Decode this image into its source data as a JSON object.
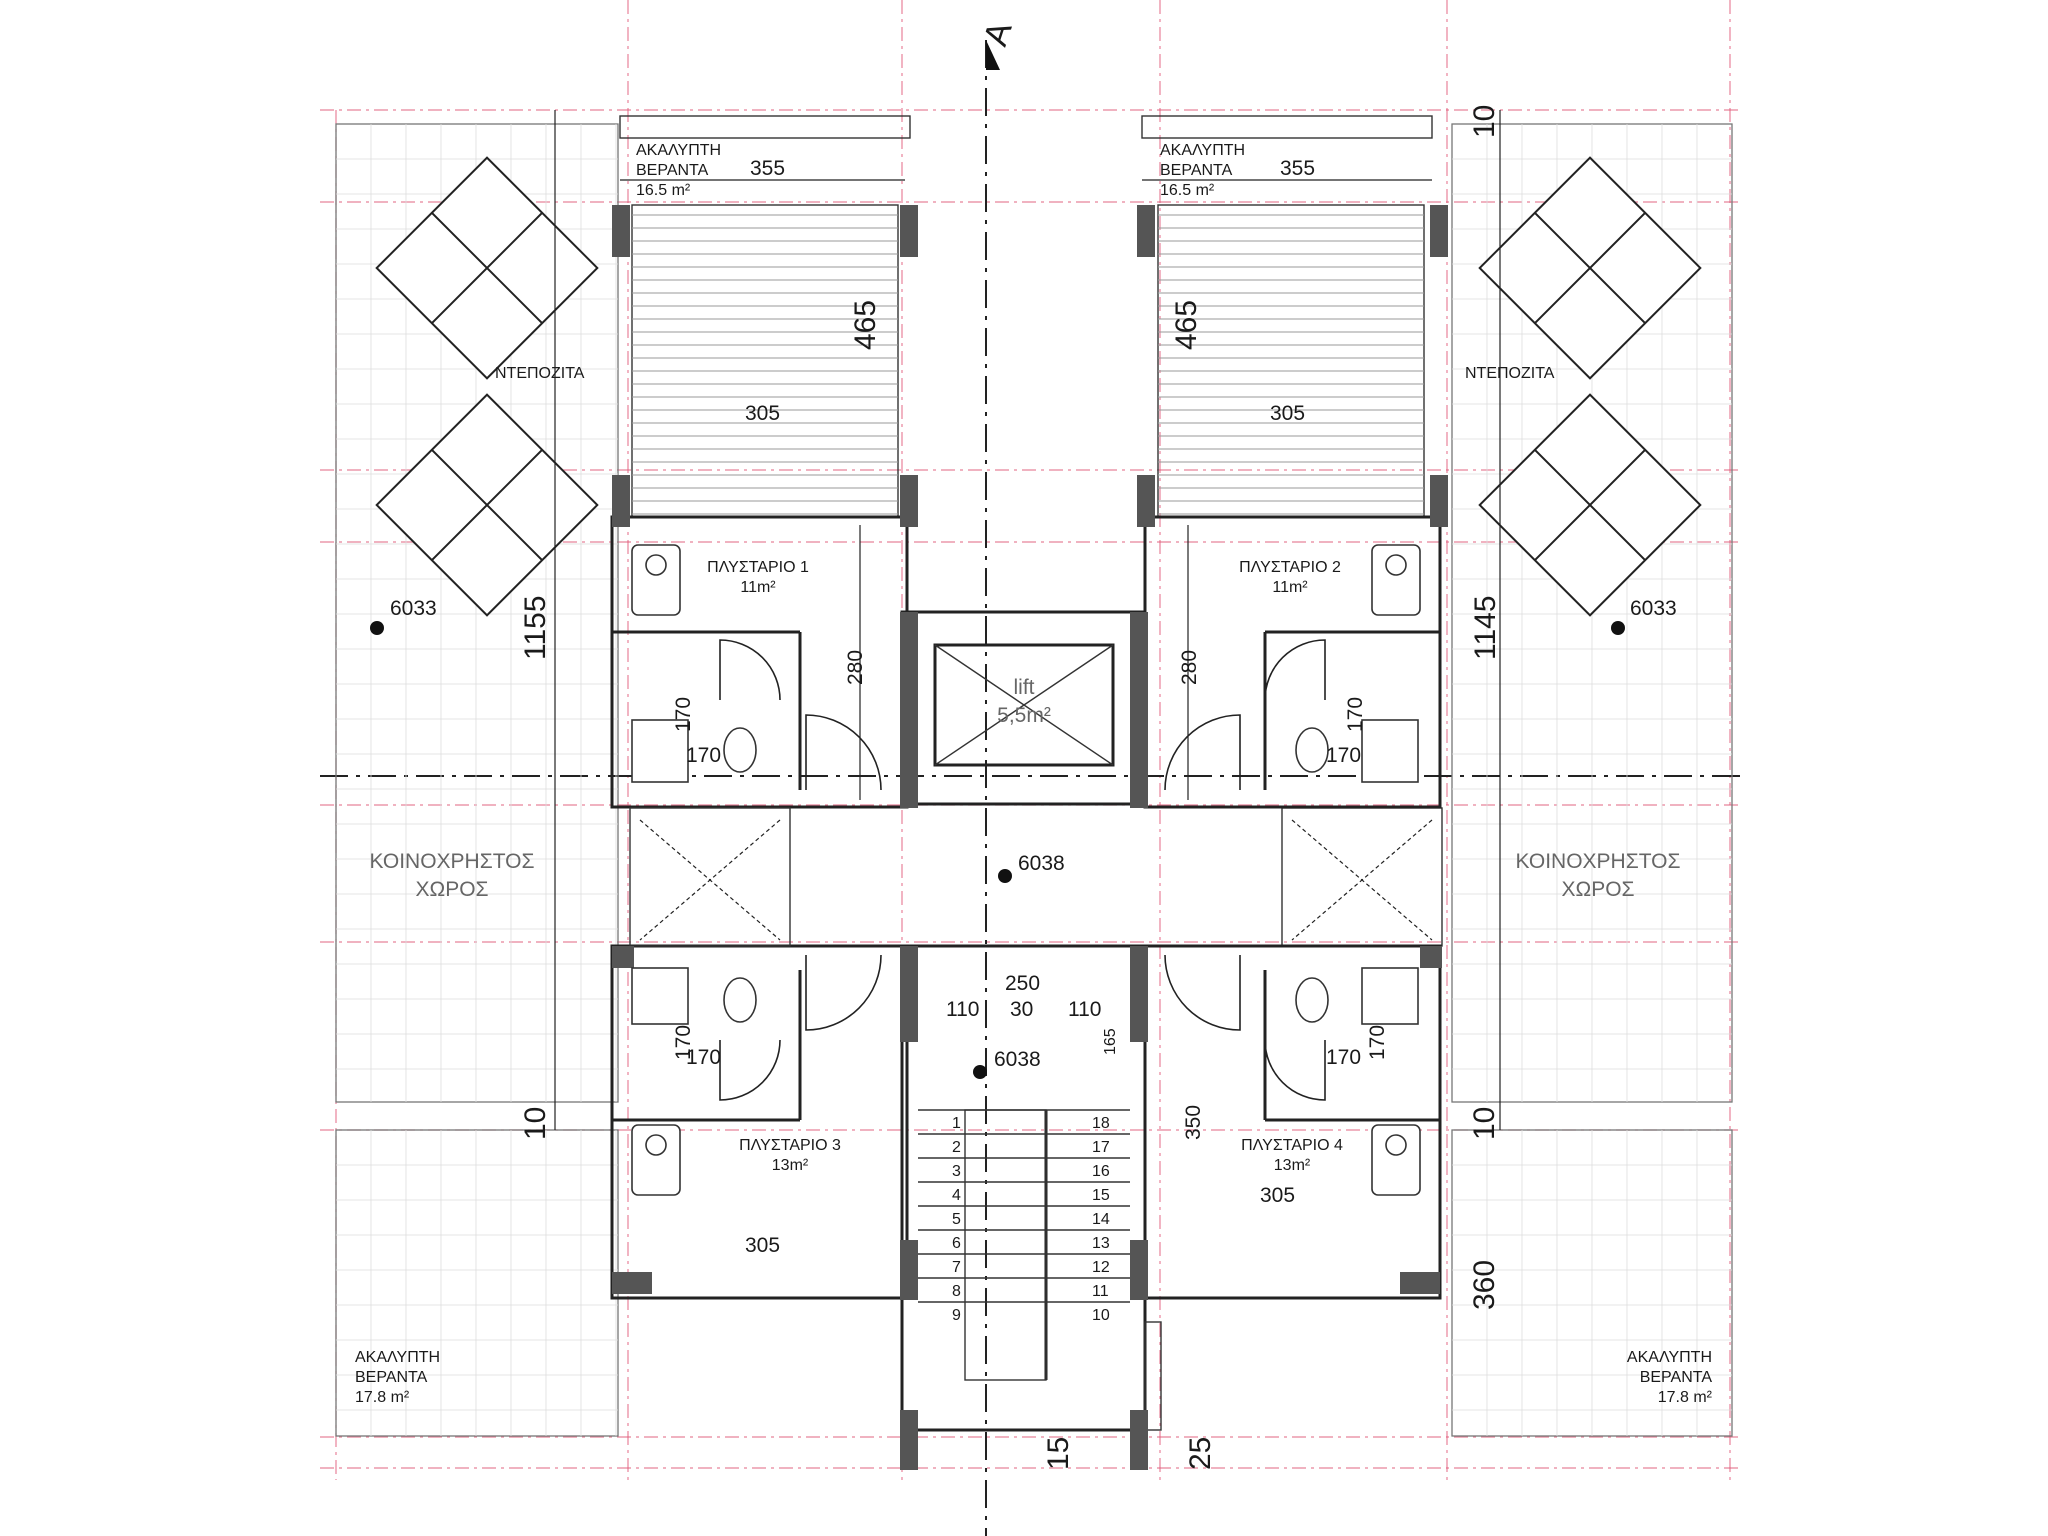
{
  "section_marker": "A",
  "labels": {
    "veranda_top_left": {
      "line1": "ΑΚΑΛΥΠΤΗ",
      "line2": "ΒΕΡΑΝΤΑ",
      "area": "16.5 m²"
    },
    "veranda_top_right": {
      "line1": "ΑΚΑΛΥΠΤΗ",
      "line2": "ΒΕΡΑΝΤΑ",
      "area": "16.5 m²"
    },
    "veranda_bottom_left": {
      "line1": "ΑΚΑΛΥΠΤΗ",
      "line2": "ΒΕΡΑΝΤΑ",
      "area": "17.8 m²"
    },
    "veranda_bottom_right": {
      "line1": "ΑΚΑΛΥΠΤΗ",
      "line2": "ΒΕΡΑΝΤΑ",
      "area": "17.8 m²"
    },
    "pool_left": "ΝΤΕΠΟΖΙΤΑ",
    "pool_right": "ΝΤΕΠΟΖΙΤΑ",
    "common_left": {
      "line1": "ΚΟΙΝΟΧΡΗΣΤΟΣ",
      "line2": "ΧΩΡΟΣ"
    },
    "common_right": {
      "line1": "ΚΟΙΝΟΧΡΗΣΤΟΣ",
      "line2": "ΧΩΡΟΣ"
    },
    "studio1": {
      "name": "ΠΛΥΣΤΑΡΙΟ 1",
      "area": "11m²"
    },
    "studio2": {
      "name": "ΠΛΥΣΤΑΡΙΟ 2",
      "area": "11m²"
    },
    "studio3": {
      "name": "ΠΛΥΣΤΑΡΙΟ 3",
      "area": "13m²"
    },
    "studio4": {
      "name": "ΠΛΥΣΤΑΡΙΟ 4",
      "area": "13m²"
    },
    "lift": {
      "name": "lift",
      "area": "5,5m²"
    }
  },
  "levels": {
    "left": "6033",
    "right": "6033",
    "center_upper": "6038",
    "center_lower": "6038"
  },
  "dimensions": {
    "veranda_width_left": "355",
    "veranda_width_right": "355",
    "veranda_depth_left": "465",
    "veranda_depth_right": "465",
    "pergola_left": "305",
    "pergola_right": "305",
    "total_left": "1155",
    "total_right": "1145",
    "corridor_left": "280",
    "corridor_right": "280",
    "bath1_w": "170",
    "bath1_h": "170",
    "bath2_w": "170",
    "bath2_h": "170",
    "bath3_w": "170",
    "bath3_h": "170",
    "bath4_w": "170",
    "bath4_h": "170",
    "stair_total": "250",
    "stair_run_left": "110",
    "stair_gap": "30",
    "stair_run_right": "110",
    "stair_depth": "165",
    "studio3_width": "305",
    "studio4_width": "305",
    "studio4_depth": "350",
    "top_edge_right": "10",
    "left_mid": "10",
    "right_mid": "10",
    "right_bottom": "360",
    "bottom_15": "15",
    "bottom_25": "25"
  },
  "stairs": {
    "left_steps": [
      "1",
      "2",
      "3",
      "4",
      "5",
      "6",
      "7",
      "8",
      "9"
    ],
    "right_steps": [
      "18",
      "17",
      "16",
      "15",
      "14",
      "13",
      "12",
      "11",
      "10"
    ]
  }
}
